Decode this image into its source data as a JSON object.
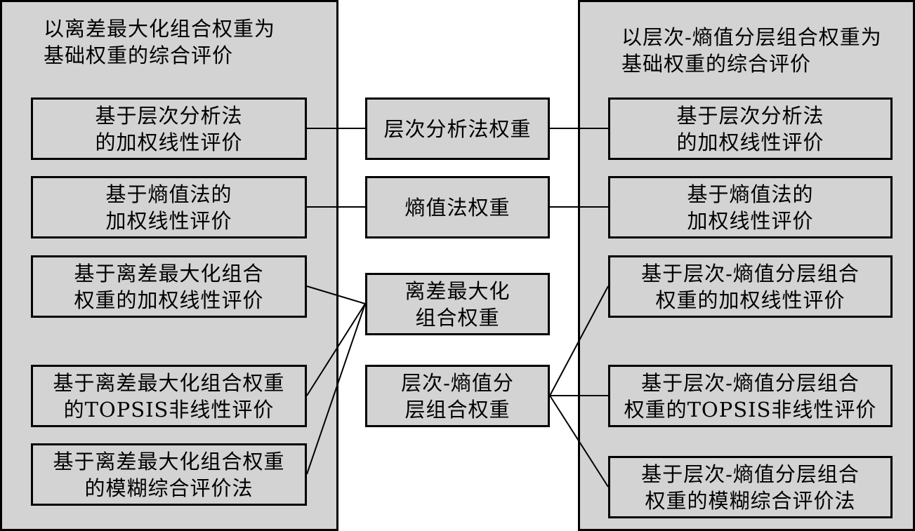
{
  "left_panel": {
    "title": "以离差最大化组合权重为\n基础权重的综合评价",
    "methods": [
      "基于层次分析法\n的加权线性评价",
      "基于熵值法的\n加权线性评价",
      "基于离差最大化组合\n权重的加权线性评价",
      "基于离差最大化组合权重\n的TOPSIS非线性评价",
      "基于离差最大化组合权重\n的模糊综合评价法"
    ]
  },
  "center": {
    "weights": [
      "层次分析法权重",
      "熵值法权重",
      "离差最大化\n组合权重",
      "层次-熵值分\n层组合权重"
    ]
  },
  "right_panel": {
    "title": "以层次-熵值分层组合权重为\n基础权重的综合评价",
    "methods": [
      "基于层次分析法\n的加权线性评价",
      "基于熵值法的\n加权线性评价",
      "基于层次-熵值分层组合\n权重的加权线性评价",
      "基于层次-熵值分层组合\n权重的TOPSIS非线性评价",
      "基于层次-熵值分层组合\n权重的模糊综合评价法"
    ]
  },
  "colors": {
    "box_fill": "#d3d3d3",
    "stroke": "#000000",
    "background": "#ffffff"
  }
}
